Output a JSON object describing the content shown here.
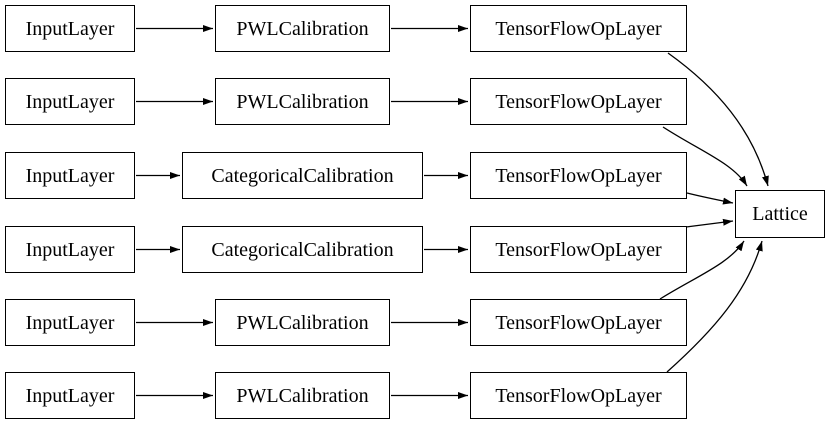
{
  "diagram": {
    "background_color": "#ffffff",
    "node_fill_color": "#ffffff",
    "node_border_color": "#000000",
    "edge_color": "#000000",
    "text_color": "#000000",
    "rows": [
      {
        "input": "InputLayer",
        "calibration": "PWLCalibration",
        "op": "TensorFlowOpLayer"
      },
      {
        "input": "InputLayer",
        "calibration": "PWLCalibration",
        "op": "TensorFlowOpLayer"
      },
      {
        "input": "InputLayer",
        "calibration": "CategoricalCalibration",
        "op": "TensorFlowOpLayer"
      },
      {
        "input": "InputLayer",
        "calibration": "CategoricalCalibration",
        "op": "TensorFlowOpLayer"
      },
      {
        "input": "InputLayer",
        "calibration": "PWLCalibration",
        "op": "TensorFlowOpLayer"
      },
      {
        "input": "InputLayer",
        "calibration": "PWLCalibration",
        "op": "TensorFlowOpLayer"
      }
    ],
    "output_node": {
      "label": "Lattice"
    },
    "edges": [
      {
        "from": "row1.input",
        "to": "row1.calibration"
      },
      {
        "from": "row1.calibration",
        "to": "row1.op"
      },
      {
        "from": "row1.op",
        "to": "output"
      },
      {
        "from": "row2.input",
        "to": "row2.calibration"
      },
      {
        "from": "row2.calibration",
        "to": "row2.op"
      },
      {
        "from": "row2.op",
        "to": "output"
      },
      {
        "from": "row3.input",
        "to": "row3.calibration"
      },
      {
        "from": "row3.calibration",
        "to": "row3.op"
      },
      {
        "from": "row3.op",
        "to": "output"
      },
      {
        "from": "row4.input",
        "to": "row4.calibration"
      },
      {
        "from": "row4.calibration",
        "to": "row4.op"
      },
      {
        "from": "row4.op",
        "to": "output"
      },
      {
        "from": "row5.input",
        "to": "row5.calibration"
      },
      {
        "from": "row5.calibration",
        "to": "row5.op"
      },
      {
        "from": "row5.op",
        "to": "output"
      },
      {
        "from": "row6.input",
        "to": "row6.calibration"
      },
      {
        "from": "row6.calibration",
        "to": "row6.op"
      },
      {
        "from": "row6.op",
        "to": "output"
      }
    ]
  }
}
